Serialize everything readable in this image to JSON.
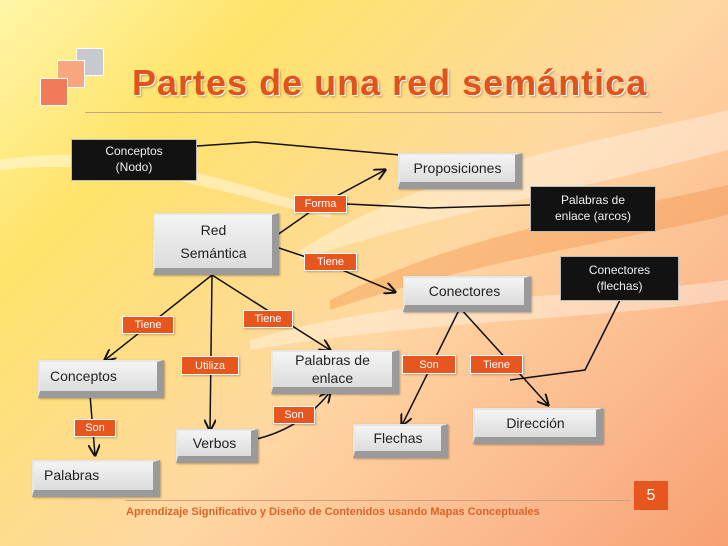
{
  "slide": {
    "title": "Partes de una red semántica",
    "page_number": "5",
    "footer": "Aprendizaje Significativo y Diseño de Contenidos usando Mapas Conceptuales"
  },
  "nodes": {
    "red_semantica": "Red\nSemántica",
    "proposiciones": "Proposiciones",
    "conectores": "Conectores",
    "conceptos": "Conceptos",
    "palabras": "Palabras",
    "verbos": "Verbos",
    "palabras_enlace": "Palabras de\nenlace",
    "flechas": "Flechas",
    "direccion": "Dirección"
  },
  "links": {
    "forma": "Forma",
    "tiene_conectores": "Tiene",
    "tiene_conceptos": "Tiene",
    "tiene_palabras": "Tiene",
    "utiliza": "Utiliza",
    "son_palabras": "Son",
    "son_verbos": "Son",
    "son_flechas": "Son",
    "tiene_direccion": "Tiene"
  },
  "callouts": {
    "conceptos_nodo": "Conceptos\n(Nodo)",
    "palabras_arcos": "Palabras de\nenlace (arcos)",
    "conectores_flechas": "Conectores\n(flechas)"
  },
  "colors": {
    "accent": "#e8561f",
    "title": "#e1531c",
    "callout_bg": "#121212"
  }
}
